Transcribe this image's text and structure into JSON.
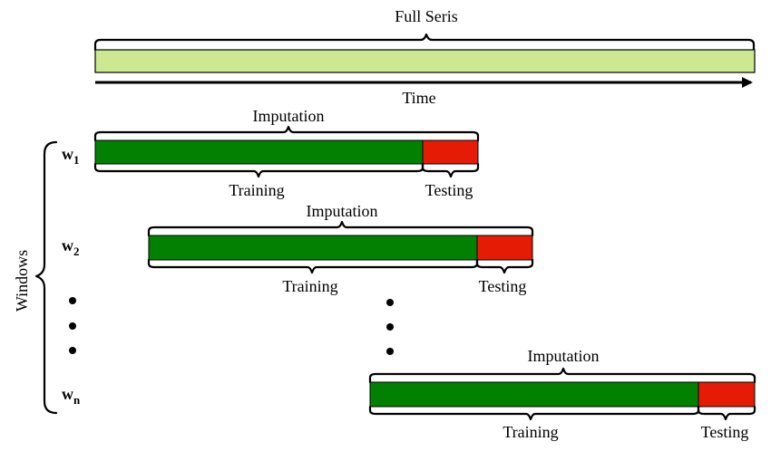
{
  "full_series": {
    "label": "Full Seris",
    "color": "#cce891"
  },
  "time_axis": {
    "label": "Time"
  },
  "windows_group": {
    "label": "Windows"
  },
  "colors": {
    "training": "#028002",
    "testing": "#e61b05",
    "outline": "#000000"
  },
  "windows": [
    {
      "letter": "w",
      "sub": "1",
      "top_label": "Imputation",
      "train_label": "Training",
      "test_label": "Testing"
    },
    {
      "letter": "w",
      "sub": "2",
      "top_label": "Imputation",
      "train_label": "Training",
      "test_label": "Testing"
    },
    {
      "letter": "w",
      "sub": "n",
      "top_label": "Imputation",
      "train_label": "Training",
      "test_label": "Testing"
    }
  ],
  "ellipsis": "..."
}
